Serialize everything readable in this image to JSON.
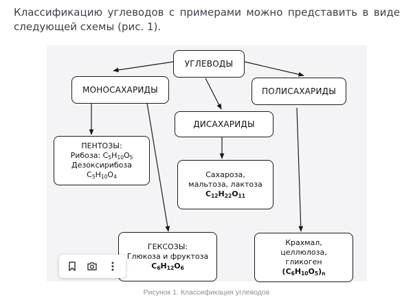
{
  "intro": {
    "text": "Классификацию углеводов с примерами можно представить в виде следующей схемы (рис. 1)."
  },
  "diagram": {
    "root": {
      "title": "УГЛЕВОДЫ"
    },
    "monosaccharides": {
      "title": "МОНОСАХАРИДЫ"
    },
    "disaccharides": {
      "title": "ДИСАХАРИДЫ"
    },
    "polysaccharides": {
      "title": "ПОЛИСАХАРИДЫ"
    },
    "pentoses": {
      "title": "ПЕНТОЗЫ:",
      "ribose": "Рибоза:",
      "ribose_formula": "C5H10O5",
      "deoxyribose": "Дезоксирибоза",
      "deoxyribose_formula": "C5H10O4"
    },
    "hexoses": {
      "title": "ГЕКСОЗЫ:",
      "examples": "Глюкоза и фруктоза",
      "formula": "C6H12O6"
    },
    "disaccharide_examples": {
      "line1": "Сахароза,",
      "line2": "мальтоза, лактоза",
      "formula": "C12H22O11"
    },
    "polysaccharide_examples": {
      "line1": "Крахмал,",
      "line2": "целлюлоза,",
      "line3": "гликоген",
      "formula": "(C6H10O5)n"
    }
  },
  "caption": "Рисунок 1. Классификация углеводов",
  "toolbar": {
    "items": [
      {
        "icon": "bookmark-icon"
      },
      {
        "icon": "camera-search-icon"
      },
      {
        "icon": "more-vertical-icon"
      }
    ]
  }
}
